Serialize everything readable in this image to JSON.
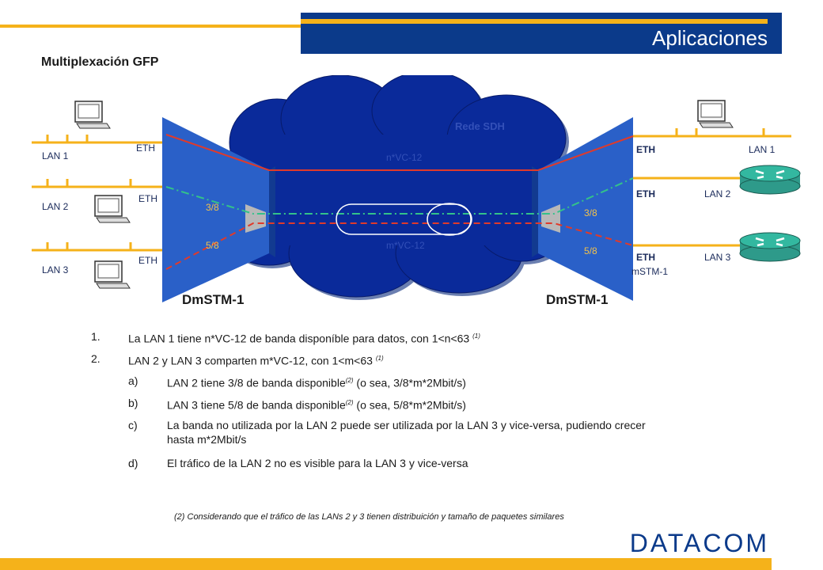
{
  "header": {
    "title": "Aplicaciones"
  },
  "subtitle": "Multiplexación GFP",
  "diagram": {
    "cloud_label": "Rede SDH",
    "n_vc_label": "n*VC-12",
    "m_vc_label": "m*VC-12",
    "left_node": "DmSTM-1",
    "right_node": "DmSTM-1",
    "right_node_small": "mSTM-1",
    "left": {
      "lan1": "LAN 1",
      "lan2": "LAN 2",
      "lan3": "LAN 3",
      "eth1": "ETH",
      "eth2": "ETH",
      "eth3": "ETH",
      "frac_3_8": "3/8",
      "frac_5_8": "5/8"
    },
    "right": {
      "lan1": "LAN 1",
      "lan2": "LAN 2",
      "lan3": "LAN 3",
      "eth1": "ETH",
      "eth2": "ETH",
      "eth3": "ETH",
      "frac_3_8": "3/8",
      "frac_5_8": "5/8"
    }
  },
  "list": [
    {
      "num": "1.",
      "text": "La LAN 1 tiene n*VC-12 de banda disponíble para datos, con 1<n<63 ",
      "sup": "(1)"
    },
    {
      "num": "2.",
      "text": "LAN 2 y LAN 3 comparten m*VC-12, con 1<m<63 ",
      "sup": "(1)"
    }
  ],
  "sublist": [
    {
      "num": "a)",
      "text_a": "LAN 2 tiene 3/8 de banda disponible",
      "sup": "(2)",
      "text_b": " (o sea, 3/8*m*2Mbit/s)"
    },
    {
      "num": "b)",
      "text_a": "LAN 3 tiene 5/8 de banda disponible",
      "sup": "(2)",
      "text_b": " (o sea, 5/8*m*2Mbit/s)"
    },
    {
      "num": "c)",
      "text_a": "La banda no utilizada por la LAN 2 puede ser utilizada por la LAN 3 y vice-versa, pudiendo crecer",
      "text_c": "hasta m*2Mbit/s"
    },
    {
      "num": "d)",
      "text_a": "El tráfico de la LAN 2 no es visible para la LAN 3 y vice-versa"
    }
  ],
  "footnote": "(2) Considerando que el tráfico de las LANs 2 y 3 tienen distribuición y tamaño de paquetes similares",
  "logo": "DATACOM",
  "colors": {
    "brand_blue": "#0b3a8a",
    "accent_gold": "#f5b21a",
    "cloud": "#0a2a9a",
    "red_line": "#e03a2a",
    "green_line": "#33c28a"
  }
}
